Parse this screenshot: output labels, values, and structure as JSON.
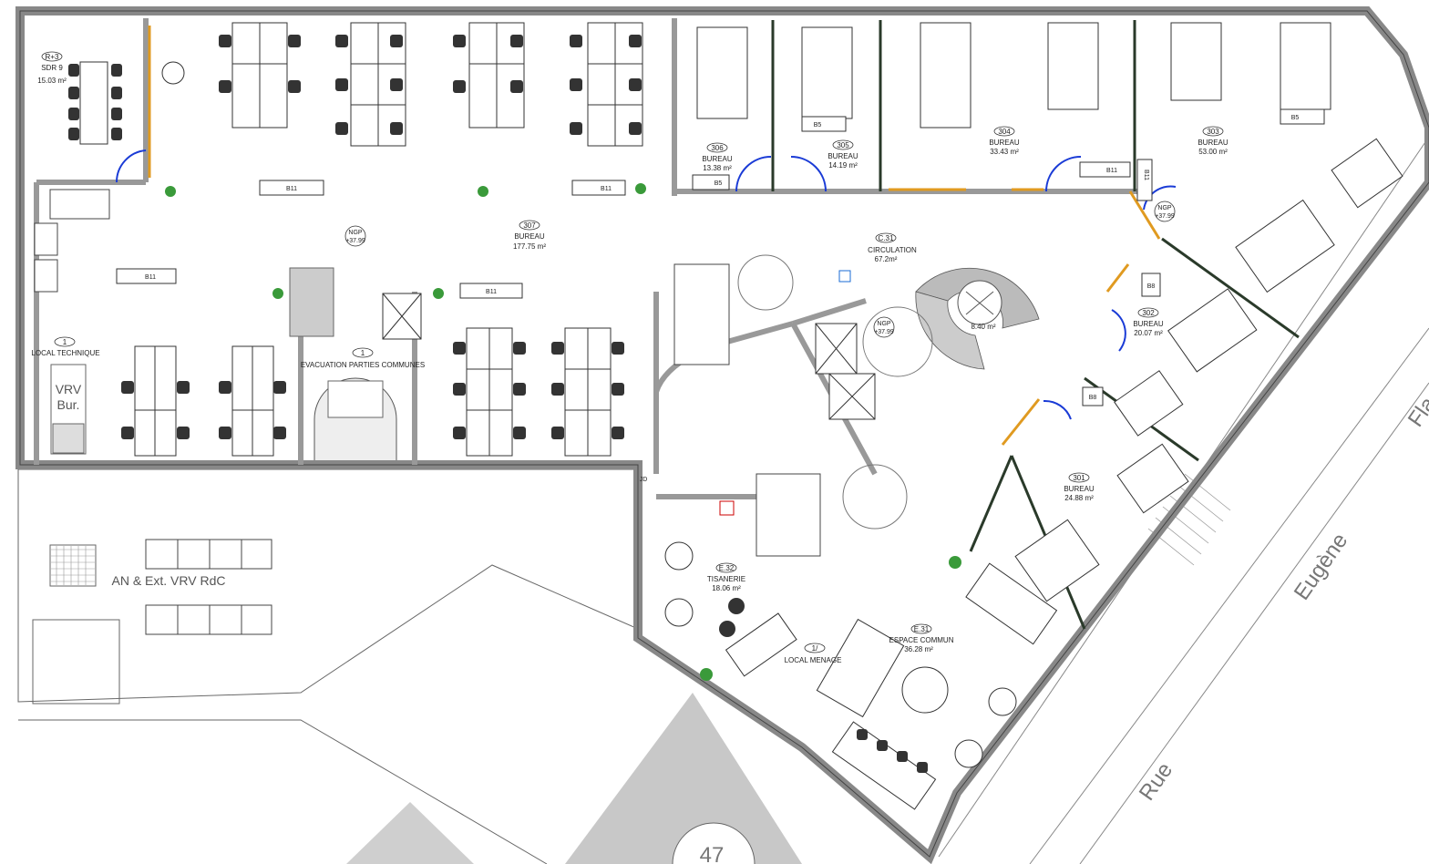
{
  "rooms": {
    "sdr9": {
      "id": "R+3",
      "name": "SDR 9",
      "area": "15.03 m²"
    },
    "r307": {
      "id": "307",
      "name": "BUREAU",
      "area": "177.75 m²"
    },
    "r306": {
      "id": "306",
      "name": "BUREAU",
      "area": "13.38 m²"
    },
    "r305": {
      "id": "305",
      "name": "BUREAU",
      "area": "14.19 m²"
    },
    "r304": {
      "id": "304",
      "name": "BUREAU",
      "area": "33.43 m²"
    },
    "r303": {
      "id": "303",
      "name": "BUREAU",
      "area": "53.00 m²"
    },
    "r302": {
      "id": "302",
      "name": "BUREAU",
      "area": "20.07 m²"
    },
    "r301": {
      "id": "301",
      "name": "BUREAU",
      "area": "24.88 m²"
    },
    "c31": {
      "id": "C.31",
      "name": "CIRCULATION",
      "area": "67.2m²"
    },
    "stair": {
      "area": "8.40 m²"
    },
    "e32": {
      "id": "E.32",
      "name": "TISANERIE",
      "area": "18.06 m²"
    },
    "e31": {
      "id": "E.31",
      "name": "ESPACE COMMUN",
      "area": "36.28 m²"
    },
    "local_tech": {
      "id": "1",
      "name": "LOCAL TECHNIQUE"
    },
    "evac": {
      "id": "1",
      "name": "EVACUATION PARTIES COMMUNES"
    },
    "menage": {
      "id": "1/",
      "name": "LOCAL MENAGE"
    }
  },
  "ngp": [
    {
      "label": "NGP",
      "value": "+37.99"
    },
    {
      "label": "NGP",
      "value": "+37.99"
    },
    {
      "label": "NGP",
      "value": "+37.99"
    }
  ],
  "furniture_tags": {
    "b11": "B11",
    "b5": "B5",
    "b8": "B8"
  },
  "labels": {
    "vrv_line1": "VRV",
    "vrv_line2": "Bur.",
    "an_ext": "AN & Ext. VRV RdC",
    "jd": "JD"
  },
  "street": {
    "word1": "Rue",
    "word2": "Eugène",
    "word3": "Fla",
    "number": "47"
  }
}
